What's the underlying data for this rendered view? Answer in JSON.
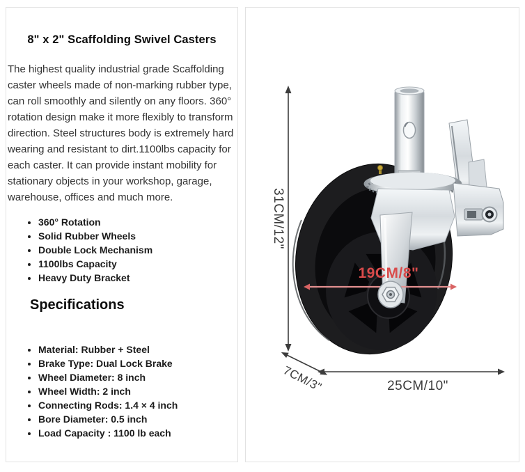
{
  "product": {
    "title": "8\" x 2\" Scaffolding Swivel Casters",
    "description": "The highest quality industrial grade Scaffolding caster wheels made of non-marking rubber type, can roll smoothly and silently on any floors. 360° rotation design make it more flexibly to transform direction. Steel structures body is extremely hard wearing and resistant to dirt.1100lbs capacity for each caster. It can provide instant mobility for stationary objects in your workshop, garage, warehouse, offices and much more.",
    "features": [
      "360° Rotation",
      "Solid Rubber Wheels",
      "Double Lock Mechanism",
      "1100lbs Capacity",
      "Heavy Duty Bracket"
    ],
    "specifications_heading": "Specifications",
    "specs": [
      "Material: Rubber + Steel",
      "Brake Type: Dual Lock Brake",
      "Wheel Diameter: 8 inch",
      "Wheel Width: 2 inch",
      "Connecting Rods: 1.4 × 4 inch",
      "Bore Diameter: 0.5 inch",
      "Load Capacity : 1100 lb each"
    ]
  },
  "diagram": {
    "labels": {
      "height": "31CM/12\"",
      "wheel": "19CM/8\"",
      "side": "7CM/3\"",
      "length": "25CM/10\""
    },
    "colors": {
      "dimension_line": "#3c3c3c",
      "wheel_dimension_text": "#d94b4b",
      "wheel_dimension_line": "#e39090",
      "tire": "#1d1d1f",
      "chrome": "#dfe3e6"
    }
  }
}
